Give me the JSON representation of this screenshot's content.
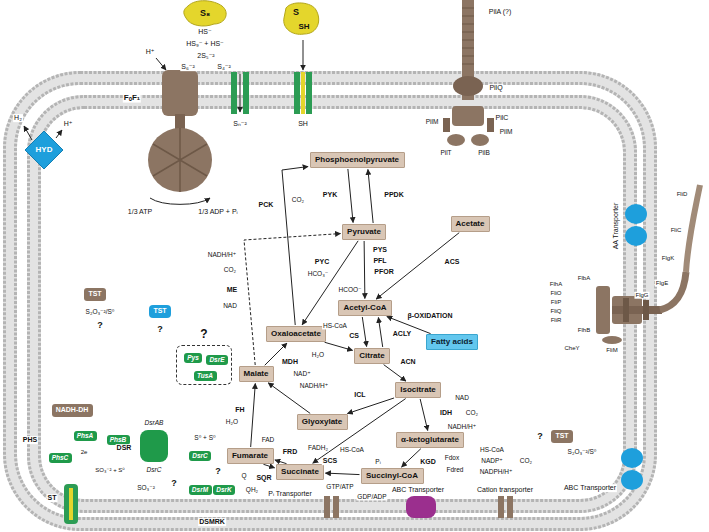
{
  "diagram": {
    "nodes": [
      {
        "text": [
          "Phosphoenolpyruvate"
        ]
      },
      {
        "text": [
          "Pyruvate"
        ]
      },
      {
        "text": [
          "Acetate"
        ]
      },
      {
        "text": [
          "Acetyl-CoA"
        ]
      },
      {
        "text": [
          "Fatty acids"
        ]
      },
      {
        "text": [
          "Oxaloacetate"
        ]
      },
      {
        "text": [
          "Citrate"
        ]
      },
      {
        "text": [
          "Malate"
        ]
      },
      {
        "text": [
          "Isocitrate"
        ]
      },
      {
        "text": [
          "Glyoxylate"
        ]
      },
      {
        "text": [
          "α-ketoglutarate"
        ]
      },
      {
        "text": [
          "Fumarate"
        ]
      },
      {
        "text": [
          "Succinate"
        ]
      },
      {
        "text": [
          "Succinyl-CoA"
        ]
      },
      {
        "text": [
          "HYD"
        ]
      },
      {
        "text": [
          "TST"
        ]
      },
      {
        "text": [
          "TST"
        ]
      },
      {
        "text": [
          "NADH-DH"
        ]
      },
      {
        "text": [
          "PhsA"
        ]
      },
      {
        "text": [
          "PhsB"
        ]
      },
      {
        "text": [
          "PhsC"
        ]
      },
      {
        "text": [
          "?"
        ]
      },
      {
        "text": [
          "Pys"
        ],
        "in": 21
      },
      {
        "text": [
          "DsrE"
        ],
        "in": 21
      },
      {
        "text": [
          "TusA"
        ],
        "in": 21
      },
      {
        "text": [
          "DsrC"
        ]
      },
      {
        "text": [
          "DsrM"
        ]
      },
      {
        "text": [
          "DsrK"
        ]
      },
      {
        "text": [
          "TST"
        ]
      }
    ],
    "edges": [
      {
        "from": 0,
        "to": 1,
        "arrow": "to"
      },
      {
        "from": 1,
        "to": 0,
        "arrow": "to"
      },
      {
        "from": 1,
        "to": 3,
        "arrow": "to"
      },
      {
        "from": 2,
        "to": 3,
        "arrow": "to"
      },
      {
        "from": 1,
        "to": 5,
        "arrow": "to"
      },
      {
        "from": 5,
        "to": 0,
        "arrow": "to"
      },
      {
        "from": 7,
        "to": 1,
        "arrow": "to"
      },
      {
        "from": 3,
        "to": 6,
        "arrow": "to"
      },
      {
        "from": 5,
        "to": 6,
        "arrow": "to"
      },
      {
        "from": 6,
        "to": 3,
        "arrow": "to"
      },
      {
        "from": 4,
        "to": 3,
        "arrow": "to"
      },
      {
        "from": 6,
        "to": 8,
        "arrow": "to"
      },
      {
        "from": 8,
        "to": 10,
        "arrow": "to"
      },
      {
        "from": 8,
        "to": 9,
        "arrow": "to"
      },
      {
        "from": 8,
        "to": 12,
        "arrow": "to"
      },
      {
        "from": 10,
        "to": 13,
        "arrow": "to"
      },
      {
        "from": 13,
        "to": 12,
        "arrow": "to"
      },
      {
        "from": 12,
        "to": 11,
        "arrow": "to"
      },
      {
        "from": 11,
        "to": 12,
        "arrow": "to"
      },
      {
        "from": 11,
        "to": 7,
        "arrow": "to"
      },
      {
        "from": 7,
        "to": 5,
        "arrow": "to"
      },
      {
        "from": 9,
        "to": 7,
        "arrow": "to"
      }
    ],
    "labels": [
      "S₈",
      "HS⁻",
      "HS₉⁻ + HS⁻",
      "2S₅⁻²",
      "S₆⁻²",
      "S₄⁻²",
      "S",
      "SH",
      "Sₙ⁻²",
      "SH",
      "H⁺",
      "FₒF₁",
      "H₂",
      "H⁺",
      "1/3 ATP",
      "1/3 ADP + Pᵢ",
      "S₂O₃⁻²/S⁰",
      "?",
      "?",
      "PHS",
      "2e",
      "SO₃⁻² + S⁰",
      "DsrAB",
      "DSR",
      "DsrC",
      "?",
      "SO₃⁻²",
      "S⁰ + S⁰",
      "?",
      "ST",
      "DSMRK",
      "Pᵢ Transporter",
      "ABC Transporter",
      "Cation transporter",
      "S₂O₃⁻²/S⁰",
      "?",
      "ABC Transporter",
      "AA Transporter",
      "PilA (?)",
      "PilQ",
      "PilC",
      "PilT",
      "PilB",
      "PilM",
      "PilM",
      "FlhA",
      "FliO",
      "FliP",
      "FliQ",
      "FliR",
      "FlbA",
      "FlhB",
      "CheY",
      "FliM",
      "FlgG",
      "FlgE",
      "FlgK",
      "FliC",
      "FliD",
      "PYK",
      "PPDK",
      "PCK",
      "CO₂",
      "ME",
      "NADH/H⁺",
      "CO₂",
      "NAD",
      "PYC",
      "HCO₃⁻",
      "PYS",
      "PFL",
      "PFOR",
      "HCOO⁻",
      "ACS",
      "CS",
      "HS-CoA",
      "H₂O",
      "ACLY",
      "β-OXIDATION",
      "MDH",
      "NAD⁺",
      "NADH/H⁺",
      "ACN",
      "ICL",
      "NAD",
      "IDH",
      "CO₂",
      "NADH/H⁺",
      "KGD",
      "Fdox",
      "Fdred",
      "HS-CoA",
      "NADP⁺",
      "NADPH/H⁺",
      "CO₂",
      "FH",
      "H₂O",
      "FAD",
      "FRD",
      "FADH₂",
      "SQR",
      "Q",
      "QH₂",
      "SCS",
      "HS-CoA",
      "Pᵢ",
      "GTP/ATP",
      "GDP/ADP"
    ]
  }
}
